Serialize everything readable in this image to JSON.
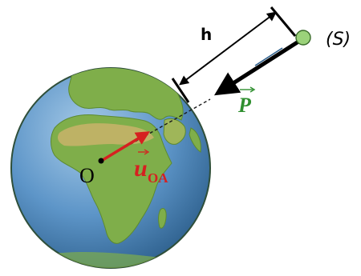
{
  "labels": {
    "height": "h",
    "satellite": "(S)",
    "force_symbol": "P",
    "center": "O",
    "unit_vector_symbol": "u",
    "unit_vector_subscript": "OA"
  },
  "colors": {
    "ocean": "#5d95c8",
    "ocean_edge": "#2c5f86",
    "land": "#7fae4a",
    "land_dark": "#5c8a30",
    "desert": "#c9b36a",
    "satellite": "#9bd27a",
    "force_label": "#2f8f2f",
    "unit_vector": "#d62020",
    "dimension_line": "#000000"
  }
}
